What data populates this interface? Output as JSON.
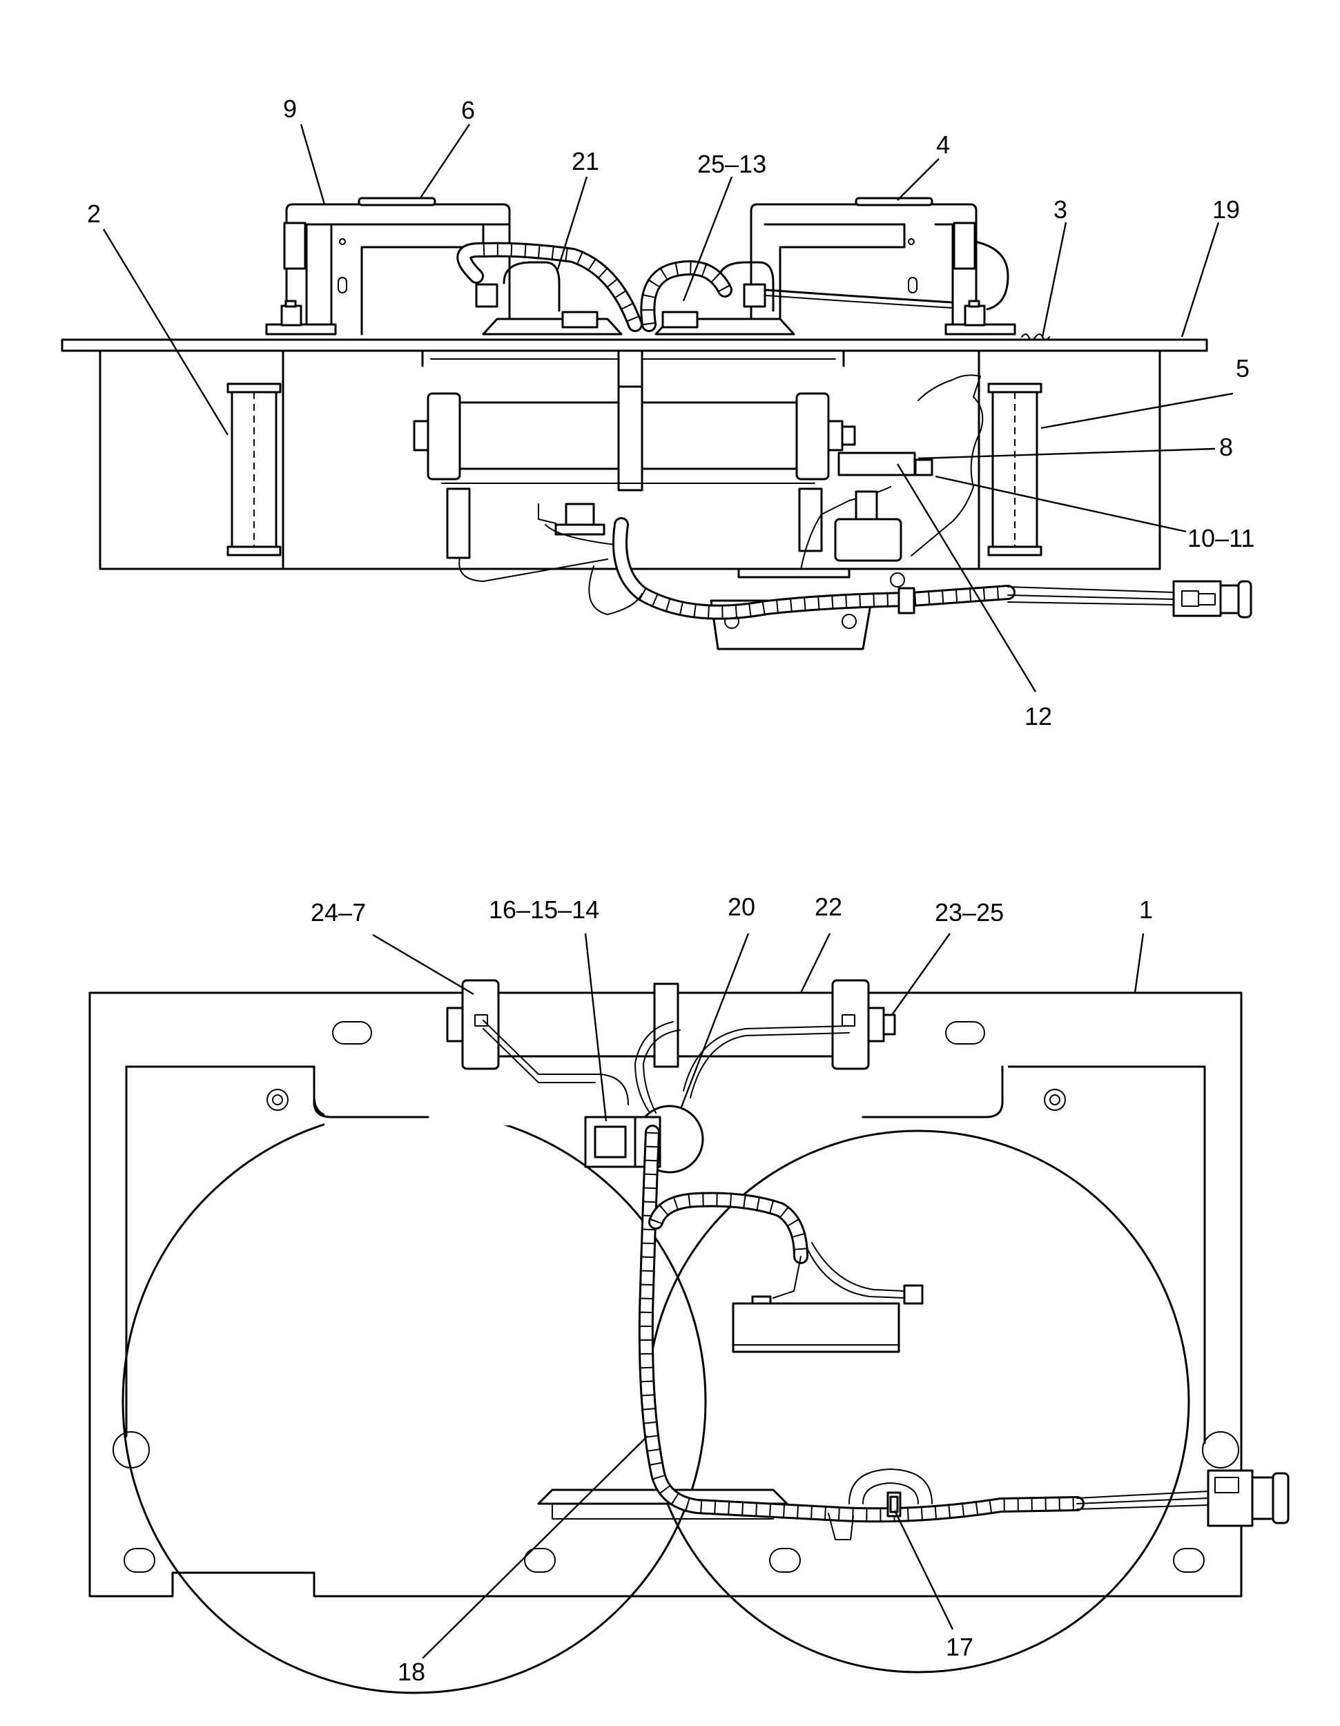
{
  "callouts": {
    "top": {
      "c2": "2",
      "c9": "9",
      "c6": "6",
      "c21": "21",
      "c25_13": "25–13",
      "c4": "4",
      "c3": "3",
      "c19": "19",
      "c5": "5",
      "c8": "8",
      "c10_11": "10–11",
      "c12": "12"
    },
    "bottom": {
      "c24_7": "24–7",
      "c16_15_14": "16–15–14",
      "c20": "20",
      "c22": "22",
      "c23_25": "23–25",
      "c1": "1",
      "c18": "18",
      "c17": "17"
    }
  }
}
